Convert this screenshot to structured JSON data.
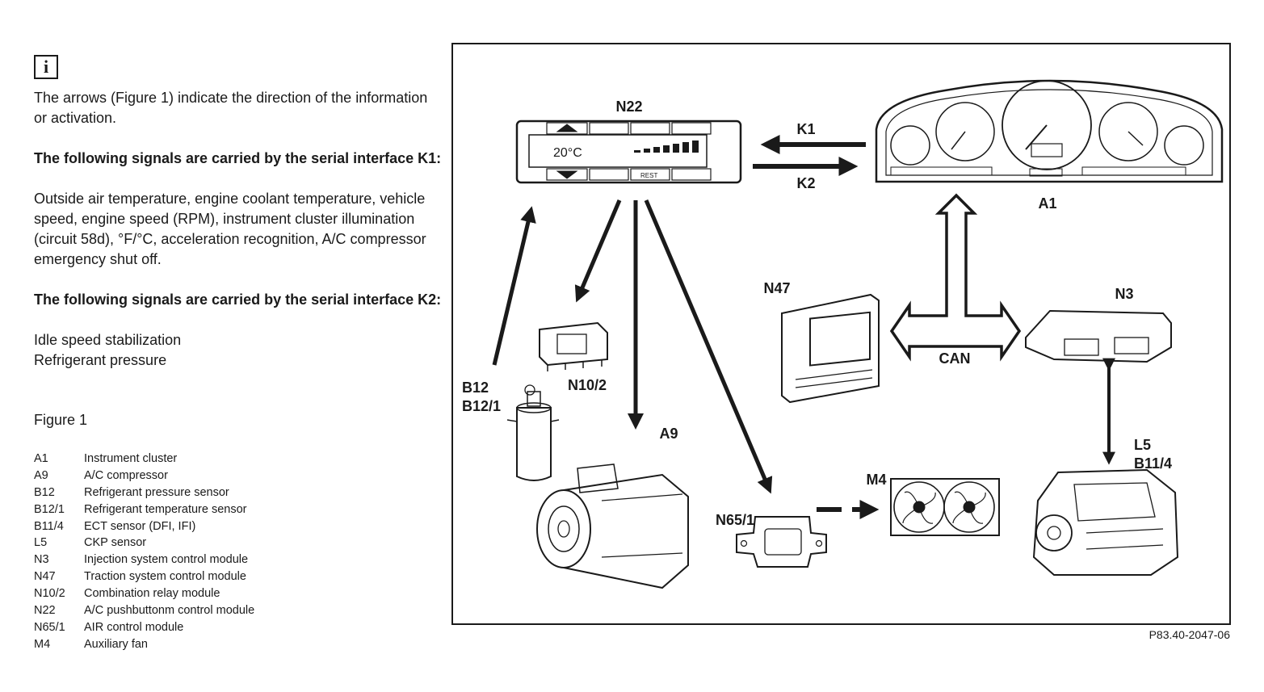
{
  "info_icon": "i",
  "intro": "The arrows (Figure 1) indicate the direction of the information or activation.",
  "k1_heading": "The following signals are carried by the serial interface K1:",
  "k1_body": "Outside air temperature, engine coolant temperature, vehicle speed, engine speed (RPM), instrument cluster illumination (circuit 58d), °F/°C, acceleration recognition, A/C compressor emergency shut off.",
  "k2_heading": "The following signals are carried by the serial interface K2:",
  "k2_lines": [
    "Idle speed stabilization",
    "Refrigerant pressure"
  ],
  "figure_title": "Figure 1",
  "legend": [
    {
      "code": "A1",
      "label": "Instrument cluster"
    },
    {
      "code": "A9",
      "label": "A/C compressor"
    },
    {
      "code": "B12",
      "label": "Refrigerant pressure sensor"
    },
    {
      "code": "B12/1",
      "label": "Refrigerant temperature sensor"
    },
    {
      "code": "B11/4",
      "label": "ECT sensor (DFI, IFI)"
    },
    {
      "code": "L5",
      "label": "CKP sensor"
    },
    {
      "code": "N3",
      "label": "Injection system control module"
    },
    {
      "code": "N47",
      "label": "Traction system control module"
    },
    {
      "code": "N10/2",
      "label": "Combination relay module"
    },
    {
      "code": "N22",
      "label": "A/C pushbuttonm control module"
    },
    {
      "code": "N65/1",
      "label": "AIR control module"
    },
    {
      "code": "M4",
      "label": "Auxiliary fan"
    }
  ],
  "diagram": {
    "n22": "N22",
    "a1": "A1",
    "k1": "K1",
    "k2": "K2",
    "n47": "N47",
    "n3": "N3",
    "can": "CAN",
    "b12": "B12",
    "b12_1": "B12/1",
    "n10_2": "N10/2",
    "a9": "A9",
    "n65_1": "N65/1",
    "m4": "M4",
    "l5": "L5",
    "b11_4": "B11/4",
    "panel_temp": "20°C",
    "panel_reset": "REST"
  },
  "ref_code": "P83.40-2047-06"
}
